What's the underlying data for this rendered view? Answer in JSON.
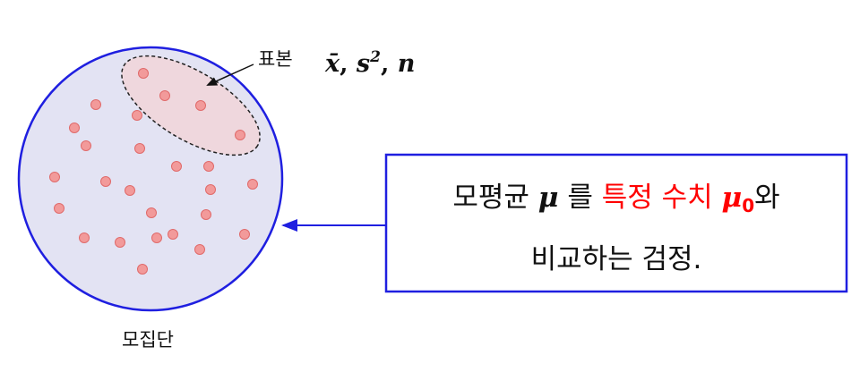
{
  "population": {
    "label": "모집단",
    "fill_color": "#e3e3f3",
    "stroke_color": "#1f1fe0"
  },
  "sample": {
    "label": "표본",
    "stats": [
      "x̄",
      "s",
      "2",
      "n"
    ],
    "fill_color": "#efd7dd"
  },
  "points_color": "#f29a9a",
  "statement_box": {
    "line1": {
      "part1": "모평균",
      "mu": "μ",
      "part2": "를",
      "highlight": "특정 수치",
      "mu0": "μ",
      "mu0_sub": "0",
      "part3": "와"
    },
    "line2": "비교하는 검정.",
    "highlight_color": "#ff0000",
    "border_color": "#1f1fe0"
  }
}
